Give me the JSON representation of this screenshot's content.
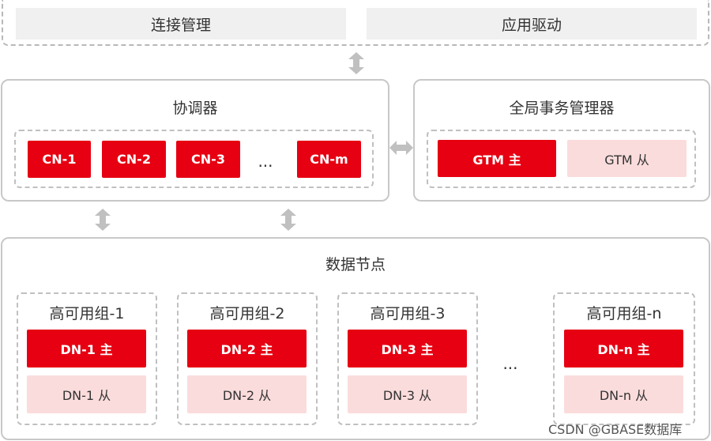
{
  "top": {
    "connection_management": "连接管理",
    "application_driver": "应用驱动"
  },
  "coordinator": {
    "title": "协调器",
    "nodes": [
      "CN-1",
      "CN-2",
      "CN-3",
      "CN-m"
    ],
    "ellipsis": "..."
  },
  "gtm": {
    "title": "全局事务管理器",
    "primary": "GTM 主",
    "secondary": "GTM 从"
  },
  "datanodes": {
    "title": "数据节点",
    "groups": [
      {
        "title": "高可用组-1",
        "primary": "DN-1 主",
        "secondary": "DN-1 从"
      },
      {
        "title": "高可用组-2",
        "primary": "DN-2 主",
        "secondary": "DN-2 从"
      },
      {
        "title": "高可用组-3",
        "primary": "DN-3 主",
        "secondary": "DN-3 从"
      },
      {
        "title": "高可用组-n",
        "primary": "DN-n 主",
        "secondary": "DN-n 从"
      }
    ],
    "ellipsis": "..."
  },
  "watermark": "CSDN @GBASE数据库",
  "colors": {
    "primary_red": "#e60012",
    "secondary_pink": "#fbdcdc",
    "block_gray": "#f0f0f0",
    "border_gray": "#c8c8c8",
    "arrow_gray": "#c0c0c0"
  }
}
